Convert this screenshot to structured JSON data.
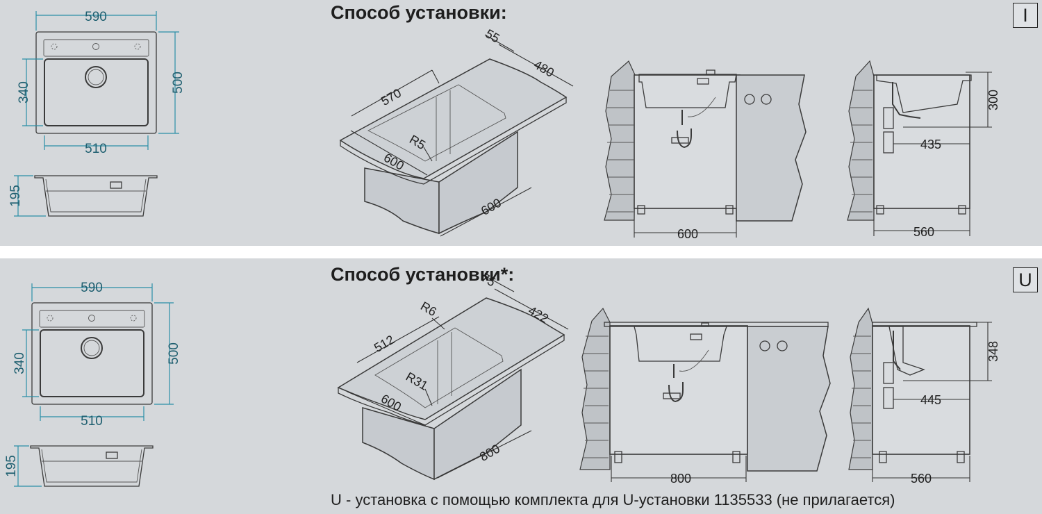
{
  "top": {
    "title": "Способ установки:",
    "badge": "I",
    "plan": {
      "width": "590",
      "height": "500",
      "bowl_width": "510",
      "bowl_depth": "340"
    },
    "section": {
      "depth": "195"
    },
    "perspective": {
      "rim": "55",
      "depth_top": "480",
      "length": "570",
      "radius": "R5",
      "front": "600",
      "cabinet": "600"
    },
    "front_view": {
      "cabinet": "600"
    },
    "side_view": {
      "height": "300",
      "drain": "435",
      "depth": "560"
    }
  },
  "bottom": {
    "title": "Способ установки*:",
    "badge": "U",
    "plan": {
      "width": "590",
      "height": "500",
      "bowl_width": "510",
      "bowl_depth": "340"
    },
    "section": {
      "depth": "195"
    },
    "perspective": {
      "rim": "75",
      "depth_top": "422",
      "length": "512",
      "radius_top": "R6",
      "radius_bottom": "R31",
      "front": "600",
      "cabinet": "800"
    },
    "front_view": {
      "cabinet": "800"
    },
    "side_view": {
      "height": "348",
      "drain": "445",
      "depth": "560"
    },
    "note": "U - установка с помощью комплекта для U-установки 1135533 (не прилагается)"
  },
  "colors": {
    "background": "#d5d8db",
    "dimension": "#2a8fa7",
    "line": "#3a3a3a"
  }
}
